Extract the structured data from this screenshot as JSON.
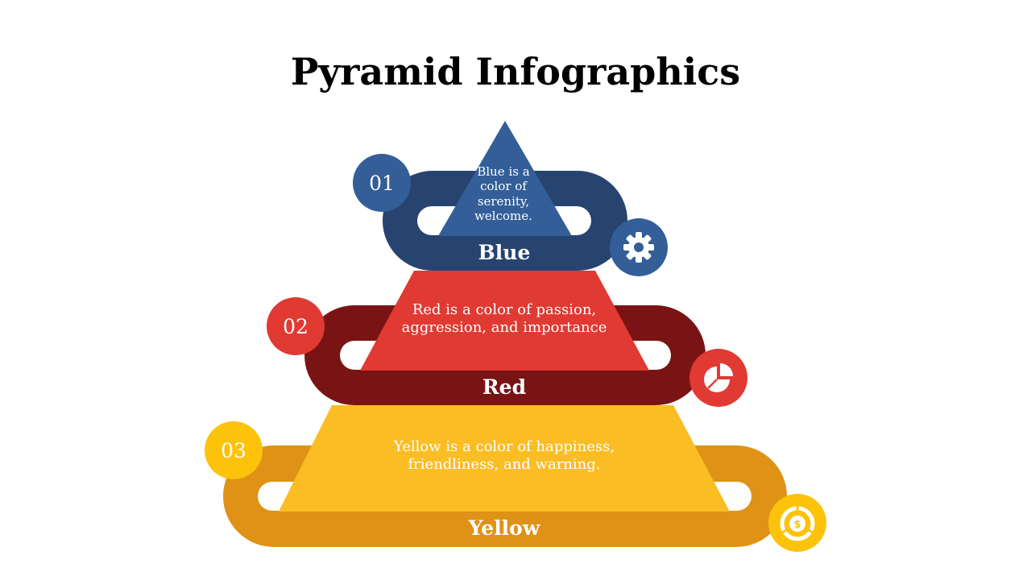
{
  "title": "Pyramid Infographics",
  "levels": [
    {
      "number": "01",
      "label": "Blue",
      "text": "Blue is a color of serenity, welcome.",
      "icon": "gear-icon",
      "colors": {
        "band": "#26446F",
        "triangle": "#335E98",
        "badge": "#335E98"
      }
    },
    {
      "number": "02",
      "label": "Red",
      "text": "Red is a color of passion, aggression, and importance",
      "icon": "pie-chart-icon",
      "colors": {
        "band": "#7A1414",
        "triangle": "#E03A33",
        "badge": "#E03A33"
      }
    },
    {
      "number": "03",
      "label": "Yellow",
      "text": "Yellow is a color of happiness, friendliness, and warning.",
      "icon": "money-chart-icon",
      "colors": {
        "band": "#DF9216",
        "triangle": "#FBBD24",
        "badge": "#FDC20A"
      }
    }
  ]
}
